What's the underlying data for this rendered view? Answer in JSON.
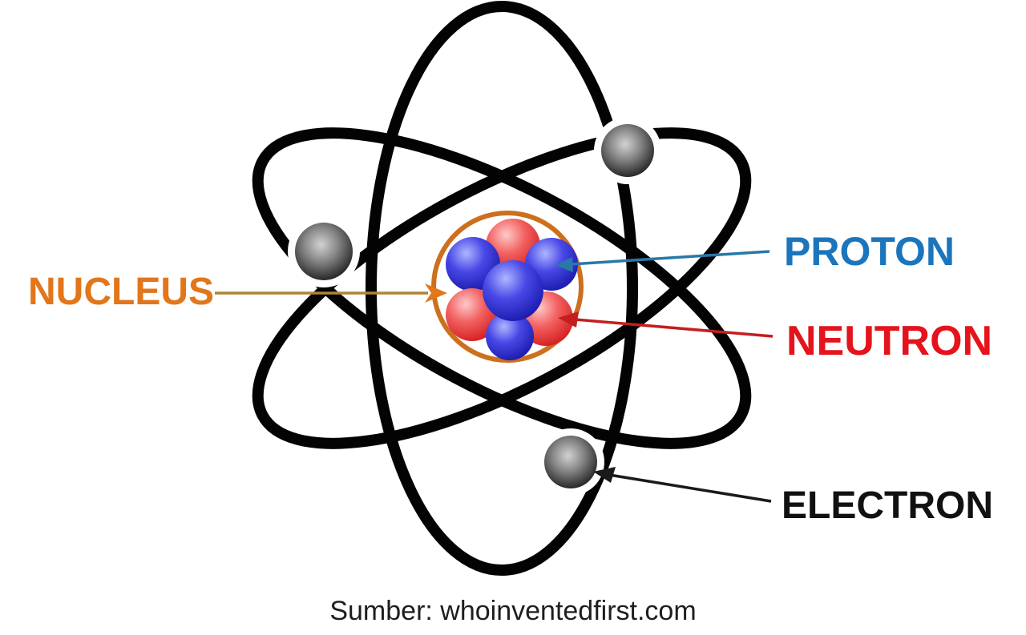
{
  "diagram": {
    "title_none": "",
    "labels": {
      "nucleus": "NUCLEUS",
      "proton": "PROTON",
      "neutron": "NEUTRON",
      "electron": "ELECTRON"
    },
    "caption": "Sumber: whoinventedfirst.com",
    "colors": {
      "nucleus_label": "#E2761B",
      "proton_label": "#1B75BC",
      "neutron_label": "#E4131C",
      "electron_label": "#111111",
      "orbit": "#030303",
      "nucleus_ring": "#CC6F1E",
      "proton_sphere_main": "#3A3AE0",
      "neutron_sphere_main": "#F05050",
      "electron_sphere_main": "#555555",
      "nucleus_arrow_line": "#B08438",
      "nucleus_arrow_head": "#E07818",
      "proton_arrow": "#2878A8",
      "neutron_arrow": "#C41E1E",
      "electron_arrow": "#1A1A1A",
      "background": "#FFFFFF"
    },
    "particles_visible": {
      "protons_blue": 4,
      "neutrons_red": 3,
      "electrons_gray": 3,
      "orbits": 3
    }
  }
}
